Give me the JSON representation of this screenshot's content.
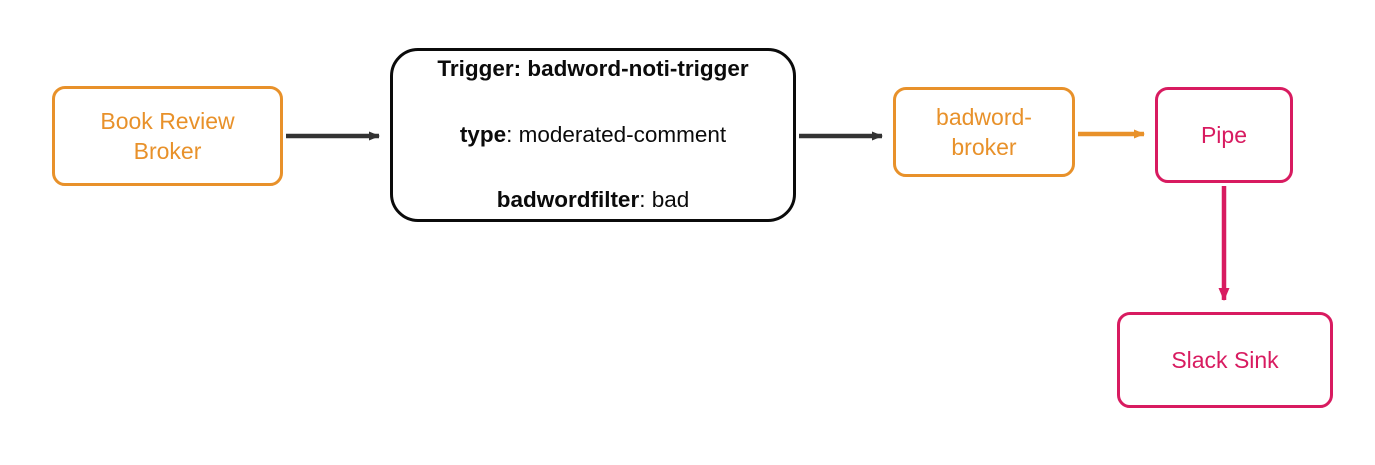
{
  "diagram": {
    "type": "flow-diagram",
    "background_color": "#ffffff",
    "colors": {
      "broker_orange": "#e8912a",
      "trigger_black": "#0b0b0b",
      "sink_crimson": "#d81b60",
      "arrow_dark": "#333333"
    },
    "nodes": [
      {
        "id": "book-review-broker",
        "label": "Book Review\nBroker",
        "shape": "rounded-rectangle",
        "border_color": "#e8912a",
        "text_color": "#e8912a"
      },
      {
        "id": "trigger",
        "shape": "rounded-rectangle",
        "border_color": "#0b0b0b",
        "text_color": "#0b0b0b",
        "lines": [
          {
            "bold_part": "Trigger: badword-noti-trigger",
            "plain_part": ""
          },
          {
            "bold_part": "type",
            "plain_part": ": moderated-comment"
          },
          {
            "bold_part": "badwordfilter",
            "plain_part": ": bad"
          }
        ]
      },
      {
        "id": "badword-broker",
        "label": "badword-\nbroker",
        "shape": "rounded-rectangle",
        "border_color": "#e8912a",
        "text_color": "#e8912a"
      },
      {
        "id": "pipe",
        "label": "Pipe",
        "shape": "rounded-rectangle",
        "border_color": "#d81b60",
        "text_color": "#d81b60"
      },
      {
        "id": "slack-sink",
        "label": "Slack Sink",
        "shape": "rounded-rectangle",
        "border_color": "#d81b60",
        "text_color": "#d81b60"
      }
    ],
    "edges": [
      {
        "id": "edge-broker-to-trigger",
        "from": "book-review-broker",
        "to": "trigger",
        "color": "#333333",
        "direction": "right",
        "label": ""
      },
      {
        "id": "edge-trigger-to-badword",
        "from": "trigger",
        "to": "badword-broker",
        "color": "#333333",
        "direction": "right",
        "label": ""
      },
      {
        "id": "edge-badword-to-pipe",
        "from": "badword-broker",
        "to": "pipe",
        "color": "#e8912a",
        "direction": "right",
        "label": ""
      },
      {
        "id": "edge-pipe-to-slack-sink",
        "from": "pipe",
        "to": "slack-sink",
        "color": "#d81b60",
        "direction": "down",
        "label": ""
      }
    ]
  }
}
